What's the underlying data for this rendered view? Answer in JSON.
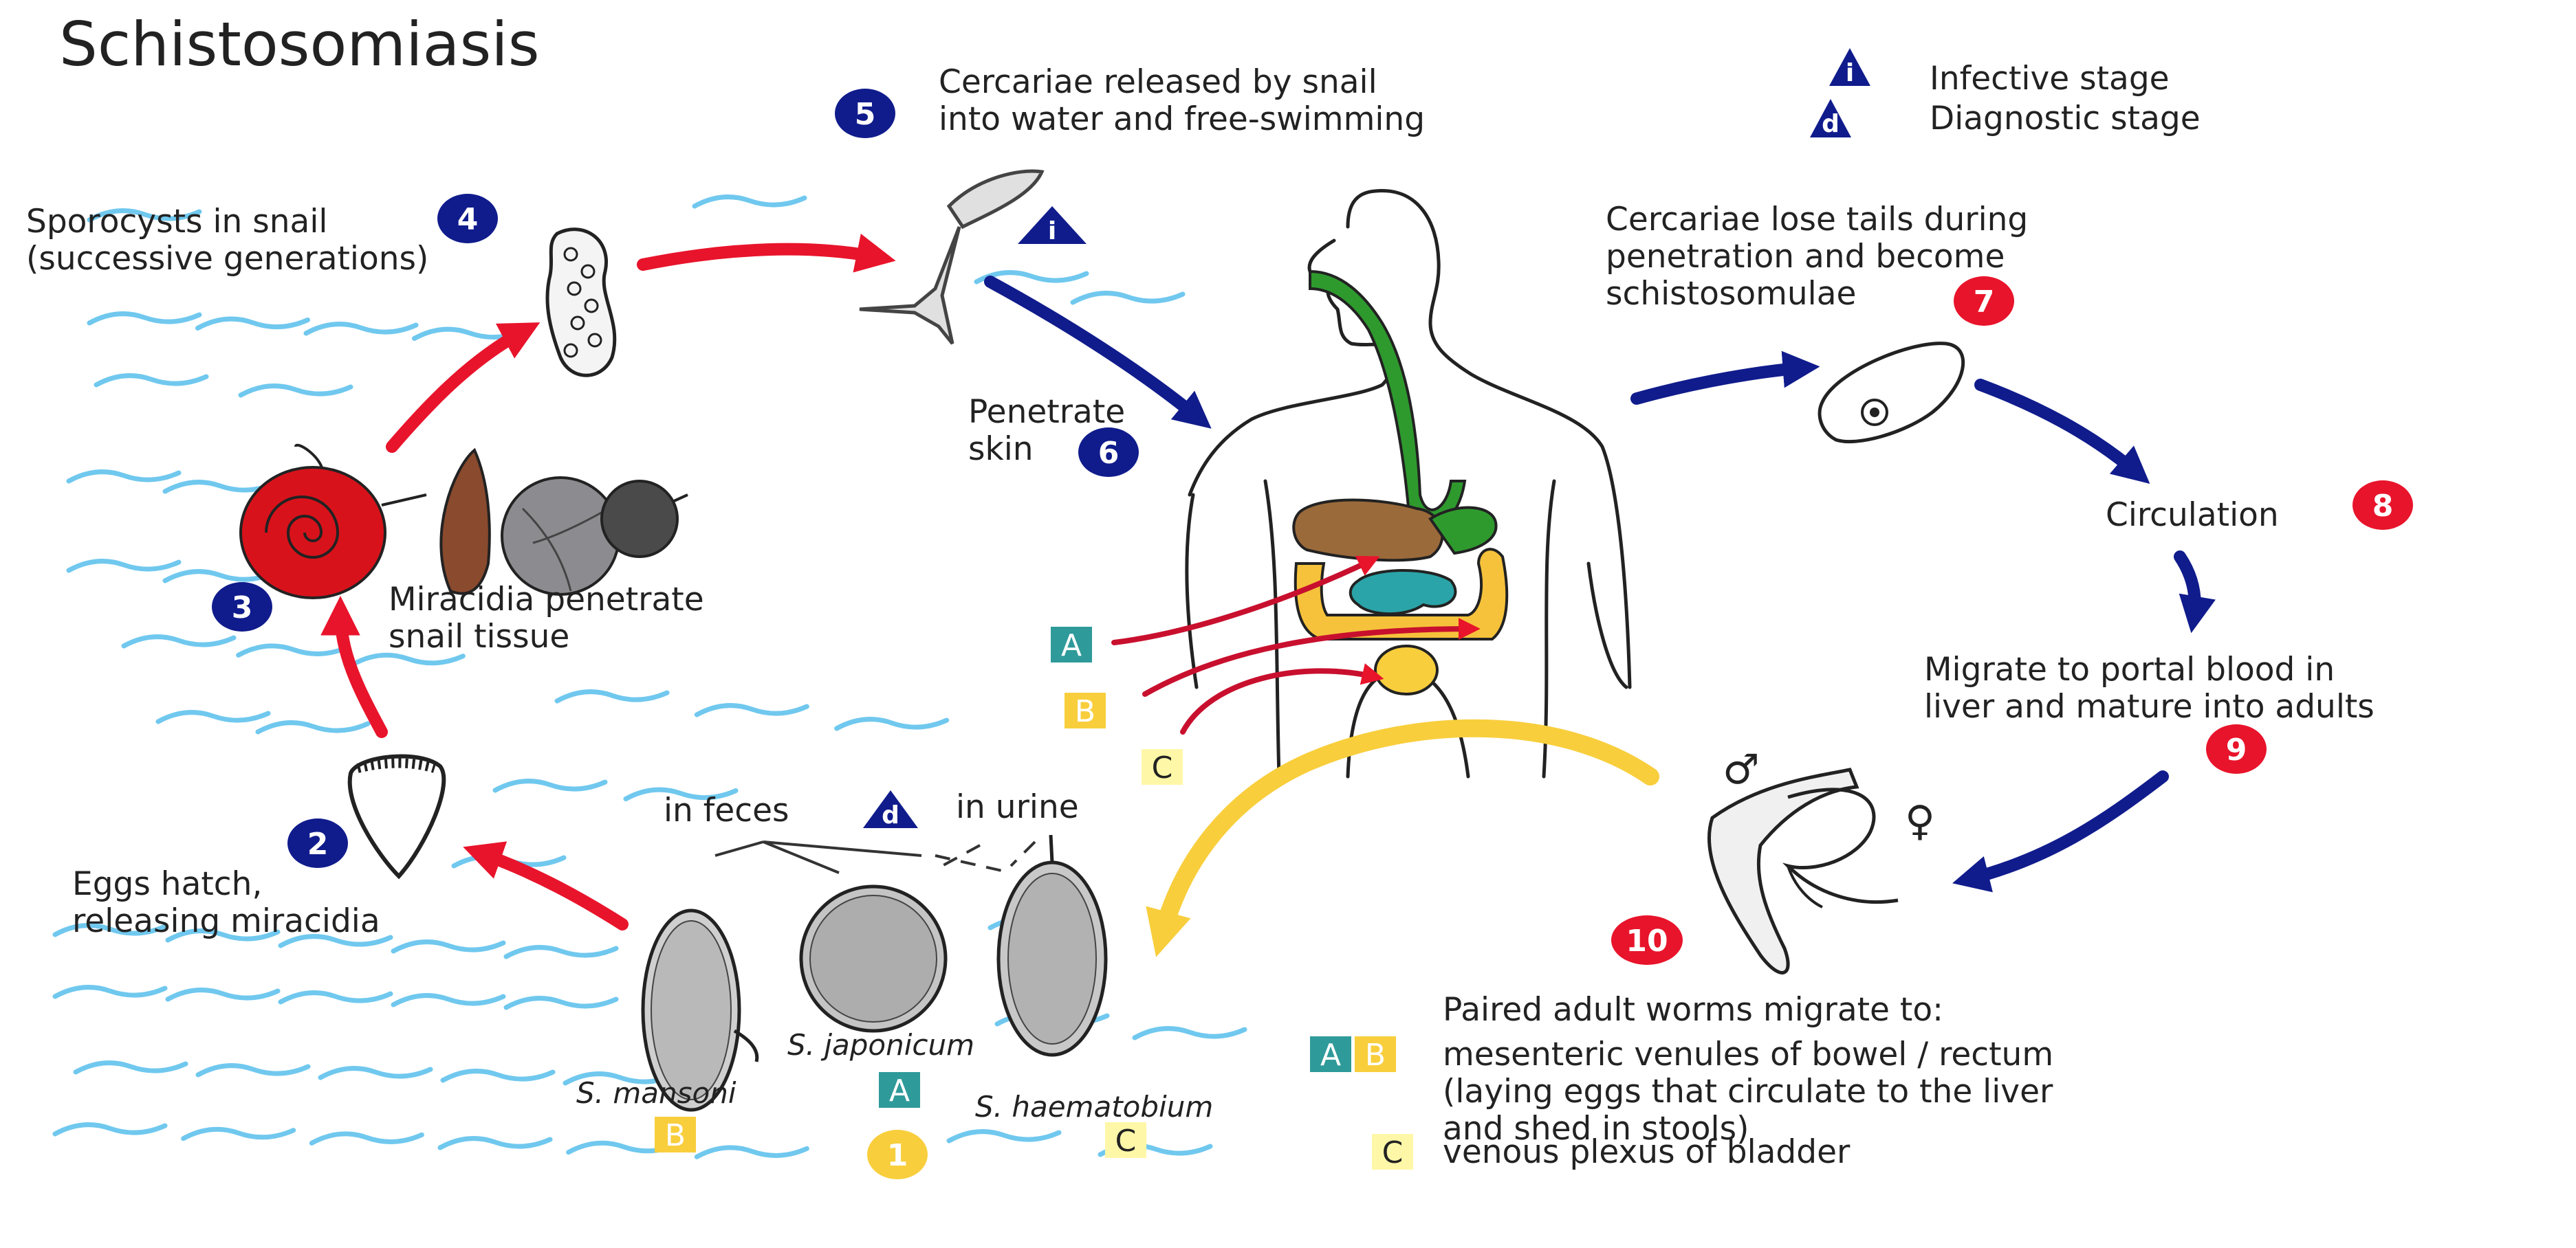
{
  "title": "Schistosomiasis",
  "legend": {
    "infective": {
      "symbol": "i",
      "label": "Infective stage"
    },
    "diagnostic": {
      "symbol": "d",
      "label": "Diagnostic stage"
    }
  },
  "steps": [
    {
      "number": "1",
      "label": ""
    },
    {
      "number": "2",
      "label": "Eggs hatch,\nreleasing miracidia"
    },
    {
      "number": "3",
      "label": "Miracidia penetrate\nsnail tissue"
    },
    {
      "number": "4",
      "label": "Sporocysts in snail\n(successive generations)"
    },
    {
      "number": "5",
      "label": "Cercariae released by snail\ninto water and free-swimming"
    },
    {
      "number": "6",
      "label": "Penetrate\nskin"
    },
    {
      "number": "7",
      "label": "Cercariae lose tails during\npenetration and become\nschistosomulae"
    },
    {
      "number": "8",
      "label": "Circulation"
    },
    {
      "number": "9",
      "label": "Migrate to portal blood in\nliver and mature into adults"
    },
    {
      "number": "10",
      "label": "Paired adult worms migrate to:"
    }
  ],
  "egg_labels": {
    "feces": "in feces",
    "urine": "in urine"
  },
  "species": [
    {
      "name": "S. mansoni",
      "code": "B"
    },
    {
      "name": "S. japonicum",
      "code": "A"
    },
    {
      "name": "S. haematobium",
      "code": "C"
    }
  ],
  "sites": [
    {
      "codes": [
        "A",
        "B"
      ],
      "text": "mesenteric venules of bowel / rectum\n(laying eggs that circulate to the liver\nand shed in stools)"
    },
    {
      "codes": [
        "C"
      ],
      "text": "venous plexus of bladder"
    }
  ],
  "body_codes": [
    "A",
    "B",
    "C"
  ],
  "sex_symbols": {
    "male": "♂",
    "female": "♀"
  },
  "colors": {
    "navy": "#101c8c",
    "red": "#e8142b",
    "teal": "#2f9a9a",
    "yellow": "#f8ce3c",
    "pale_yellow": "#fff7a8",
    "water": "#70c8ee",
    "stomach": "#2e9a2e",
    "liver": "#9b6a3a",
    "intestine": "#f6c23b",
    "small_intestine": "#2aa4a8"
  }
}
